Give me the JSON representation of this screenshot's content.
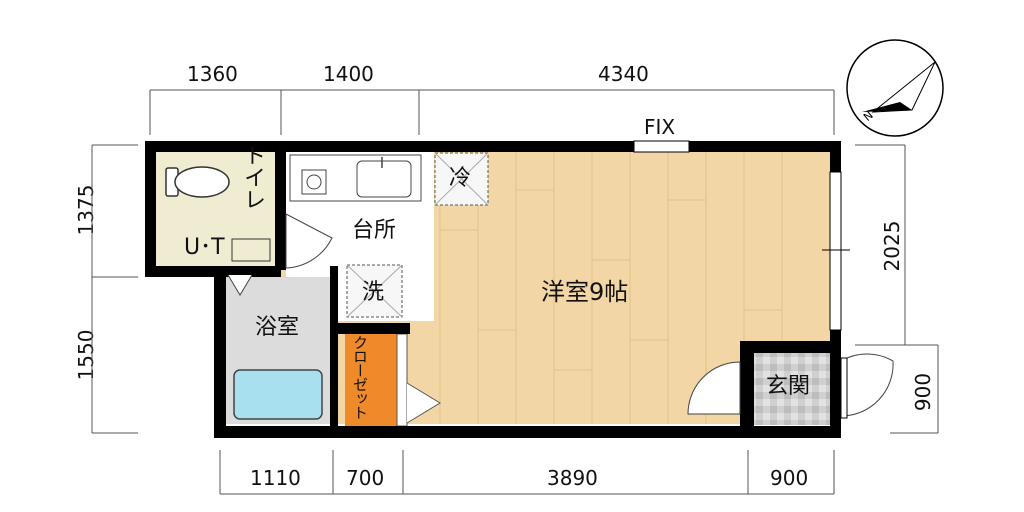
{
  "dimensions": {
    "top": [
      "1360",
      "1400",
      "4340"
    ],
    "bottom": [
      "1110",
      "700",
      "3890",
      "900"
    ],
    "left": [
      "1375",
      "1550"
    ],
    "right": [
      "2025",
      "900"
    ]
  },
  "labels": {
    "fix_window": "FIX",
    "toilet": "トイレ",
    "unit_bath": "U･T",
    "kitchen": "台所",
    "refrigerator": "冷",
    "washer": "洗",
    "bathroom": "浴室",
    "closet": "クローゼット",
    "western_room": "洋室9帖",
    "entrance": "玄関"
  },
  "colors": {
    "wall": "#000000",
    "floor_wood": "#f2d6a6",
    "floor_grain": "#e2c188",
    "toilet_floor": "#f0ecd2",
    "bath_floor": "#dcdcdc",
    "bathtub": "#a8e0f0",
    "closet": "#ef8a2a",
    "entrance_tile": "#c8c8c8",
    "kitchen_floor": "#ffffff"
  },
  "icons": {
    "compass": "compass-north-icon"
  }
}
